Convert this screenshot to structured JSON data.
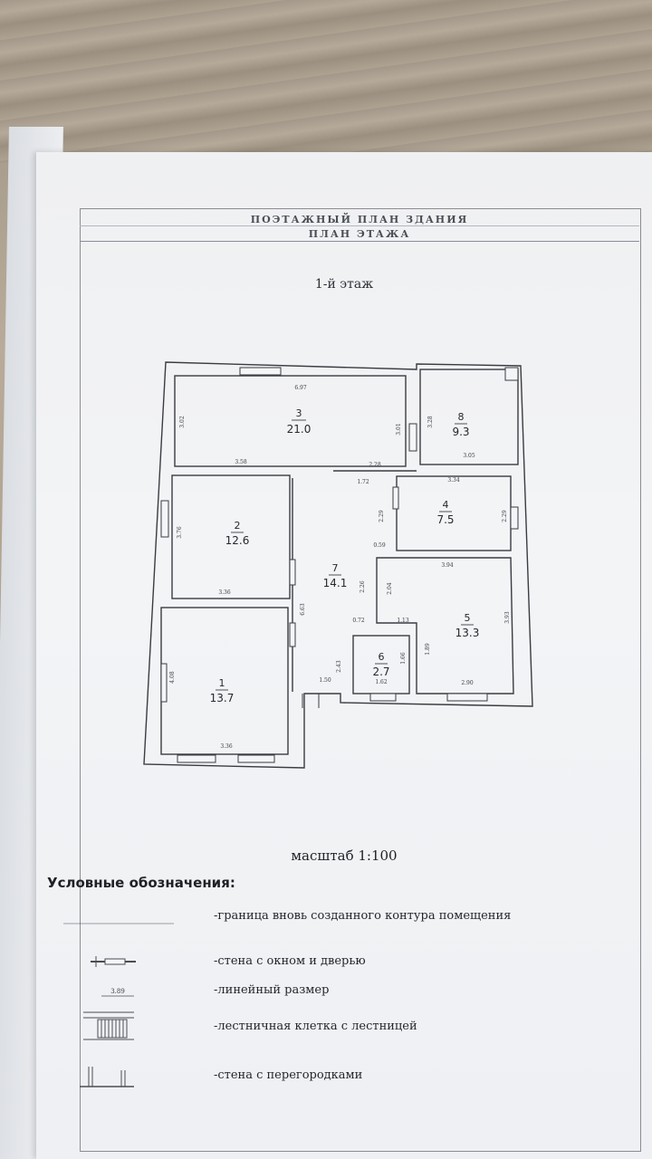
{
  "document": {
    "header_line1": "ПОЭТАЖНЫЙ ПЛАН ЗДАНИЯ",
    "header_line2": "ПЛАН ЭТАЖА",
    "floor_label": "1-й этаж",
    "scale": "масштаб 1:100"
  },
  "rooms": [
    {
      "number": "1",
      "area": "13.7"
    },
    {
      "number": "2",
      "area": "12.6"
    },
    {
      "number": "3",
      "area": "21.0"
    },
    {
      "number": "4",
      "area": "7.5"
    },
    {
      "number": "5",
      "area": "13.3"
    },
    {
      "number": "6",
      "area": "2.7"
    },
    {
      "number": "7",
      "area": "14.1"
    },
    {
      "number": "8",
      "area": "9.3"
    }
  ],
  "dimensions": {
    "d_697": "6.97",
    "d_302": "3.02",
    "d_301": "3.01",
    "d_328": "3.28",
    "d_358": "3.58",
    "d_228": "2.28",
    "d_305": "3.05",
    "d_172": "1.72",
    "d_334": "3.34",
    "d_376": "3.76",
    "d_229": "2.29",
    "d_229b": "2.29",
    "d_059": "0.59",
    "d_336a": "3.36",
    "d_226": "2.26",
    "d_204": "2.04",
    "d_394": "3.94",
    "d_663": "6.63",
    "d_072": "0.72",
    "d_113": "1.13",
    "d_393": "3.93",
    "d_243": "2.43",
    "d_166": "1.66",
    "d_189": "1.89",
    "d_408": "4.08",
    "d_150": "1.50",
    "d_162": "1.62",
    "d_290": "2.90",
    "d_336b": "3.36"
  },
  "legend": {
    "title": "Условные обозначения:",
    "items": [
      {
        "label": "-граница вновь созданного контура помещения"
      },
      {
        "label": "-стена с окном и дверью"
      },
      {
        "label": "-линейный размер",
        "sample_value": "3.89"
      },
      {
        "label": "-лестничная клетка с лестницей"
      },
      {
        "label": "-стена с перегородками"
      }
    ]
  }
}
